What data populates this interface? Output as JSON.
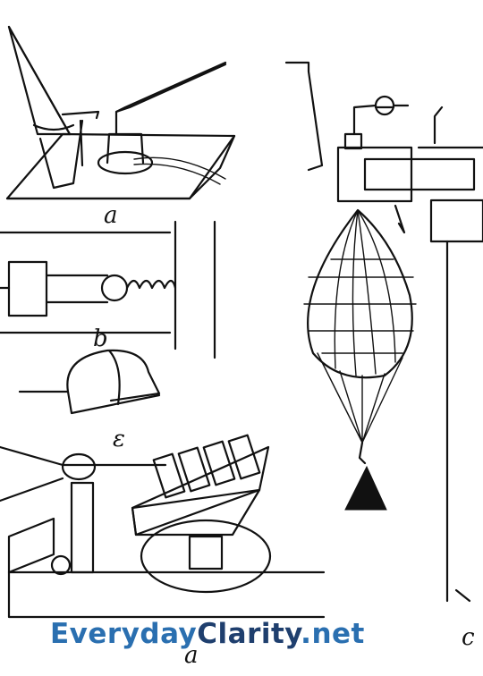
{
  "figure": {
    "labels": {
      "a_top": "a",
      "b": "b",
      "e": "ε",
      "a_bottom": "a",
      "c": "c"
    }
  },
  "watermark": {
    "part1": "Everyday",
    "part2": "Clarity",
    "part3": ".net",
    "colors": {
      "primary": "#2a6fb0",
      "secondary": "#1f3f6e"
    }
  }
}
